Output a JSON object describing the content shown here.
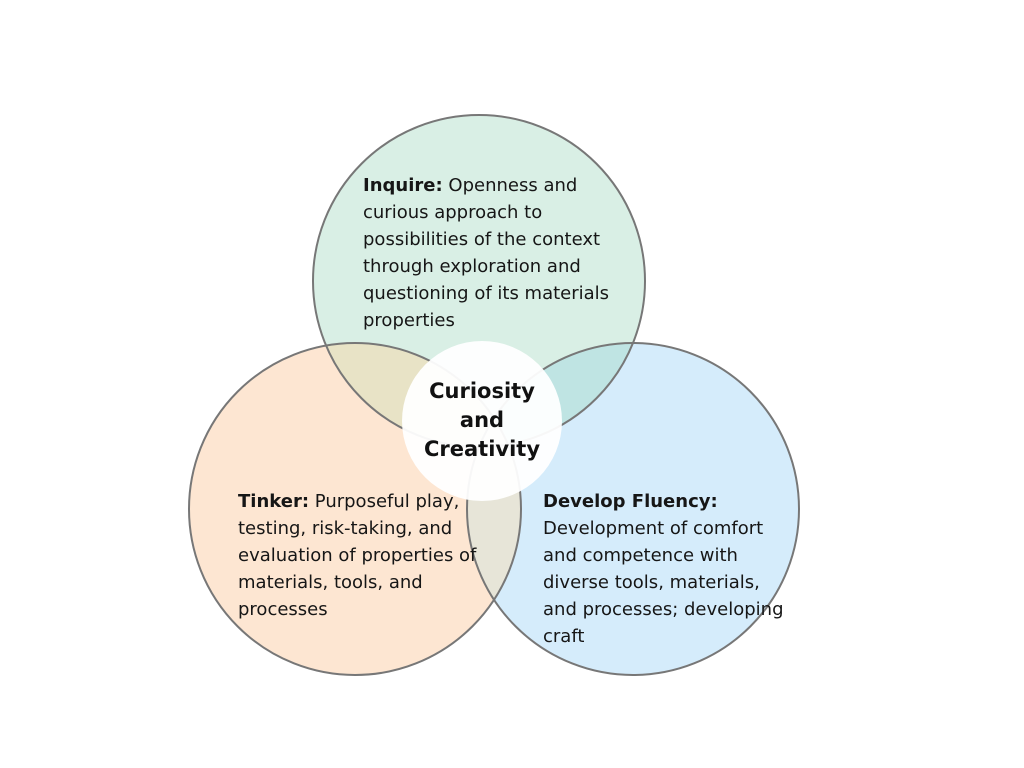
{
  "colors": {
    "inquire_fill": "#d9efe5",
    "tinker_fill": "#fde6d2",
    "fluency_fill": "#d5ecfb",
    "outline": "#777777",
    "center_fill": "#ffffff"
  },
  "circles": {
    "inquire": {
      "label": "Inquire:",
      "text": "Openness and curious approach to possibilities of the context through exploration and questioning of its materials properties"
    },
    "tinker": {
      "label": "Tinker:",
      "text": "Purposeful play, testing, risk-taking, and evaluation of properties of materials, tools, and processes"
    },
    "fluency": {
      "label": "Develop Fluency:",
      "text": "Development of comfort and competence with diverse tools, materials, and processes; developing craft"
    }
  },
  "center": {
    "line1": "Curiosity",
    "line2": "and",
    "line3": "Creativity"
  }
}
